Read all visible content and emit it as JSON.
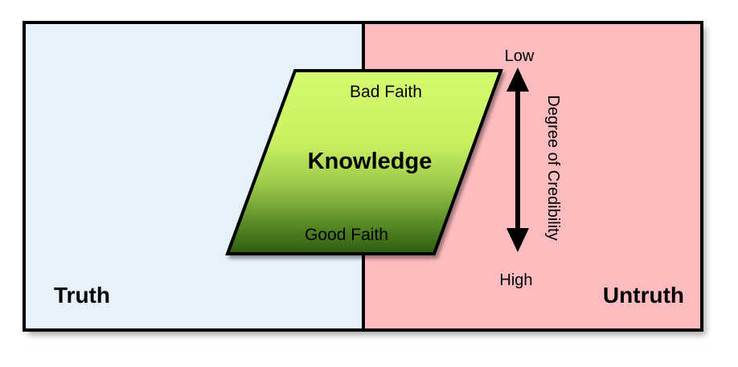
{
  "regions": {
    "truth_label": "Truth",
    "untruth_label": "Untruth"
  },
  "knowledge": {
    "title": "Knowledge",
    "top_label": "Bad Faith",
    "bottom_label": "Good Faith"
  },
  "credibility": {
    "axis_label": "Degree of Credibility",
    "low_label": "Low",
    "high_label": "High"
  },
  "colors": {
    "truth_fill": "#e6f2fa",
    "untruth_fill": "#ffbcbf",
    "knowledge_top": "#d4fb6e",
    "knowledge_bottom": "#2e5b0e",
    "outline": "#000000"
  }
}
